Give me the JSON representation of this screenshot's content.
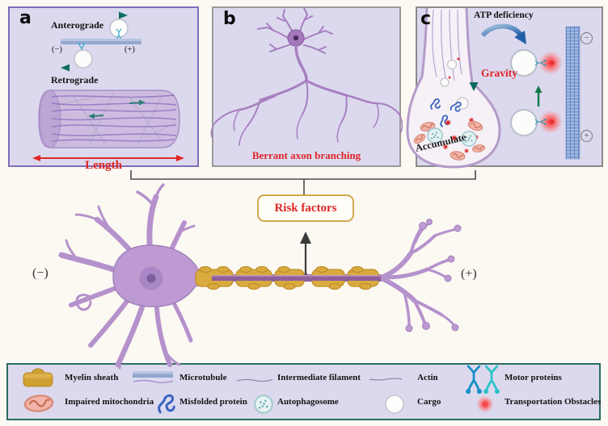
{
  "panels": {
    "a": {
      "letter": "a",
      "anterograde_label": "Anterograde",
      "retrograde_label": "Retrograde",
      "minus_label": "(−)",
      "plus_label": "(+)",
      "length_label": "Length"
    },
    "b": {
      "letter": "b",
      "caption": "Berrant axon branching"
    },
    "c": {
      "letter": "c",
      "atp_label": "ATP deficiency",
      "gravity_label": "Gravity",
      "accumulate_label": "Accumulate",
      "minus_symbol": "−",
      "plus_symbol": "+"
    }
  },
  "main_diagram": {
    "risk_factors_label": "Risk factors",
    "minus_label": "(−)",
    "plus_label": "(+)"
  },
  "legend": {
    "rows": [
      {
        "items": [
          {
            "icon": "myelin-sheath-icon",
            "label": "Myelin sheath"
          },
          {
            "icon": "microtubule-icon",
            "label": "Microtubule"
          },
          {
            "icon": "intermediate-filament-icon",
            "label": "Intermediate filament"
          },
          {
            "icon": "actin-icon",
            "label": "Actin"
          },
          {
            "icon": "motor-proteins-icon",
            "label": "Motor proteins"
          }
        ]
      },
      {
        "items": [
          {
            "icon": "impaired-mitochondria-icon",
            "label": "Impaired mitochondria"
          },
          {
            "icon": "misfolded-protein-icon",
            "label": "Misfolded protein"
          },
          {
            "icon": "autophagosome-icon",
            "label": "Autophagosome"
          },
          {
            "icon": "cargo-icon",
            "label": "Cargo"
          },
          {
            "icon": "transportation-obstacles-icon",
            "label": "Transportation Obstacles"
          }
        ]
      }
    ]
  },
  "colors": {
    "accent_red": "#e02525",
    "myelin_gold": "#d9ab3e",
    "neuron_purple": "#bd9ad2",
    "panel_bg": "#dcd9ee",
    "legend_border": "#2c6b63",
    "risk_border": "#cfa94e",
    "teal_arrow": "#0e6e61",
    "microtubule_blue": "#8fa6cf",
    "atp_arrow_blue": "#2f6db4"
  }
}
